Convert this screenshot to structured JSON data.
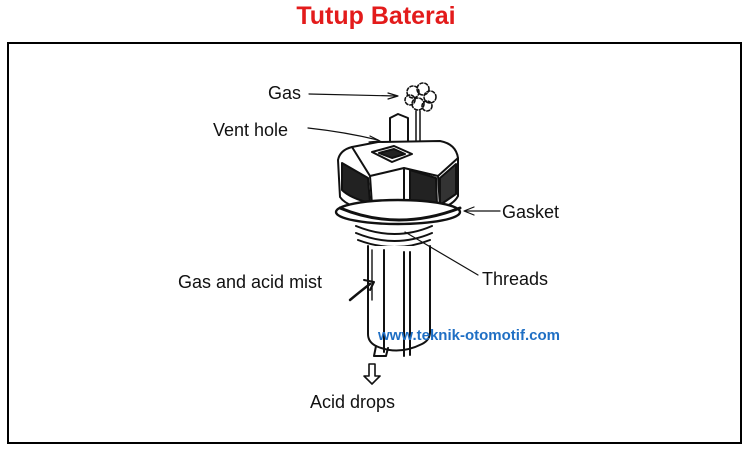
{
  "title": "Tutup Baterai",
  "labels": {
    "gas": "Gas",
    "vent_hole": "Vent hole",
    "gasket": "Gasket",
    "threads": "Threads",
    "gas_and_acid_mist": "Gas and acid mist",
    "acid_drops": "Acid drops"
  },
  "watermark": "www.teknik-otomotif.com",
  "colors": {
    "title": "#e31b1b",
    "watermark": "#1f6fc4"
  }
}
